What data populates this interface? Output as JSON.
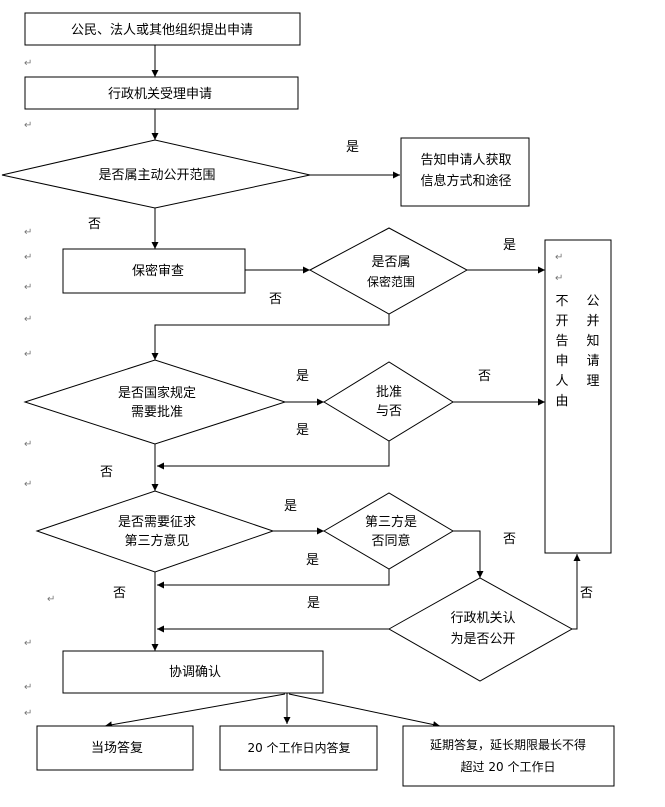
{
  "nodes": {
    "apply": "公民、法人或其他组织提出申请",
    "accept": "行政机关受理申请",
    "proactive": "是否属主动公开范围",
    "inform": [
      "告知申请人获取",
      "信息方式和途径"
    ],
    "secrecy": "保密审查",
    "is_secret": [
      "是否属",
      "保密范围"
    ],
    "need_approval": [
      "是否国家规定",
      "需要批准"
    ],
    "approved": [
      "批准",
      "与否"
    ],
    "need_third": [
      "是否需要征求",
      "第三方意见"
    ],
    "third_agree": [
      "第三方是",
      "否同意"
    ],
    "agency_deem": [
      "行政机关认",
      "为是否公开"
    ],
    "coordinate": "协调确认",
    "reply_now": "当场答复",
    "reply_20": "20 个工作日内答复",
    "reply_ext": [
      "延期答复，延长期限最长不得",
      "超过 20 个工作日"
    ],
    "not_disclose_col1": [
      "不",
      "开",
      "告",
      "申",
      "人",
      "由"
    ],
    "not_disclose_col2": [
      "公",
      "并",
      "知",
      "请",
      "理"
    ]
  },
  "labels": {
    "yes": "是",
    "no": "否",
    "para_mark": "↵"
  }
}
